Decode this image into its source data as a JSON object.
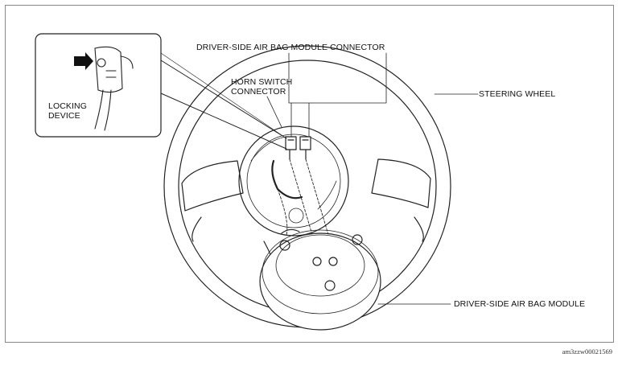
{
  "labels": {
    "airbag_connector": "DRIVER-SIDE AIR BAG MODULE CONNECTOR",
    "horn_switch_line1": "HORN SWITCH",
    "horn_switch_line2": "CONNECTOR",
    "steering_wheel": "STEERING WHEEL",
    "locking_line1": "LOCKING",
    "locking_line2": "DEVICE",
    "airbag_module": "DRIVER-SIDE AIR BAG MODULE"
  },
  "figure_id": "am3zzw00021569"
}
